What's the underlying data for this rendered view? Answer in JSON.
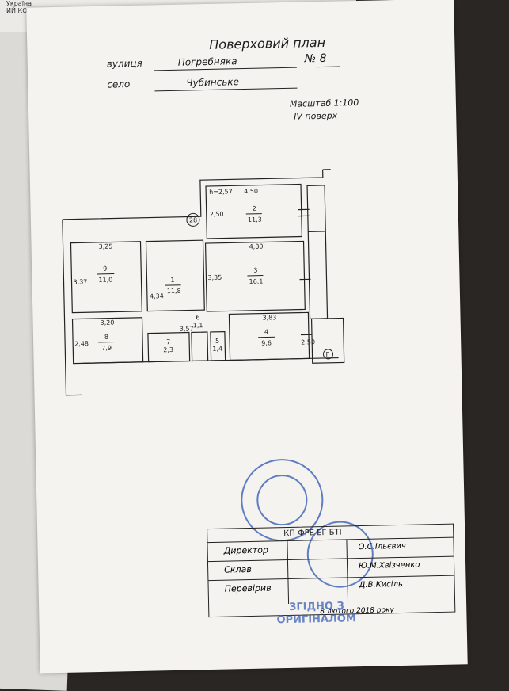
{
  "corner": {
    "line1": "Україна",
    "line2": "ИЙ КОМІТЕТ"
  },
  "header": {
    "title": "Поверховий план",
    "street_label": "вулиця",
    "street_value": "Погребняка",
    "number_label": "№ 8",
    "village_label": "село",
    "village_value": "Чубинське",
    "scale": "Масштаб 1:100",
    "floor": "IV поверх"
  },
  "plan": {
    "badge": "28",
    "height": "h=2,57",
    "rooms": [
      {
        "id": "1",
        "area": "11,8"
      },
      {
        "id": "2",
        "area": "11,3"
      },
      {
        "id": "3",
        "area": "16,1"
      },
      {
        "id": "4",
        "area": "9,6"
      },
      {
        "id": "5",
        "area": "1,4"
      },
      {
        "id": "6",
        "area": "1,1"
      },
      {
        "id": "7",
        "area": "2,3"
      },
      {
        "id": "8",
        "area": "7,9"
      },
      {
        "id": "9",
        "area": "11,0"
      }
    ],
    "dims": {
      "d450": "4,50",
      "d250a": "2,50",
      "d325": "3,25",
      "d337": "3,37",
      "d434": "4,34",
      "d335": "3,35",
      "d480": "4,80",
      "d320": "3,20",
      "d248": "2,48",
      "d357": "3,57",
      "d383": "3,83",
      "d250b": "2,50"
    },
    "compass": "Г"
  },
  "signoff": {
    "code": "КП ФРЕ ЕГ БТІ",
    "rows": [
      {
        "role": "Директор",
        "name": "О.С.Ільєвич"
      },
      {
        "role": "Склав",
        "name": "Ю.М.Хвізченко"
      },
      {
        "role": "Перевірив",
        "name": "Д.В.Кисіль"
      }
    ],
    "date": "8 лютого 2018 року",
    "stamp_text1": "ЗГІДНО З",
    "stamp_text2": "ОРИГІНАЛОМ"
  },
  "colors": {
    "stamp": "#3a5fb6",
    "ink": "#222222",
    "paper": "#f4f3ef"
  }
}
